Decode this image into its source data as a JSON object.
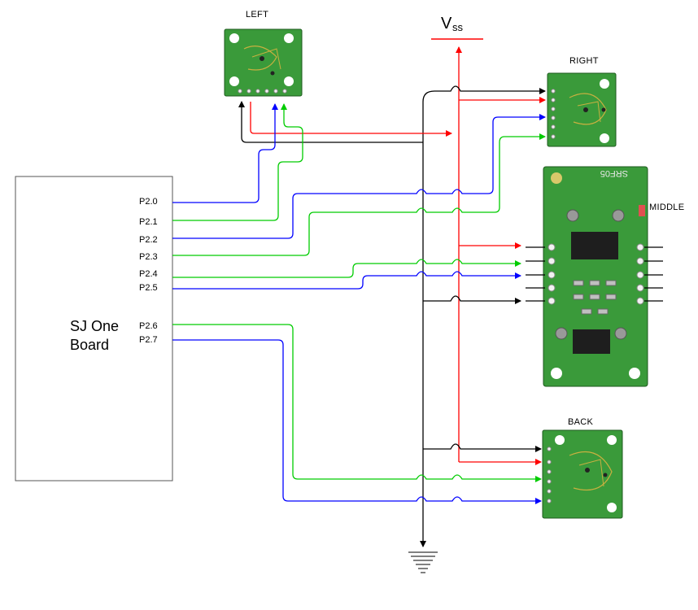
{
  "board": {
    "line1": "SJ One",
    "line2": "Board"
  },
  "pins": [
    "P2.0",
    "P2.1",
    "P2.2",
    "P2.3",
    "P2.4",
    "P2.5",
    "P2.6",
    "P2.7"
  ],
  "sensors": {
    "left": "LEFT",
    "right": "RIGHT",
    "middle": "MIDDLE",
    "back": "BACK"
  },
  "srf_chip_text": "SRF05",
  "vss": {
    "main": "V",
    "sub": "ss"
  },
  "colors": {
    "trigger": "#0000ff",
    "echo": "#00cc00",
    "power": "#ff0000",
    "ground": "#000000",
    "pcb": "#3a9a3a"
  }
}
